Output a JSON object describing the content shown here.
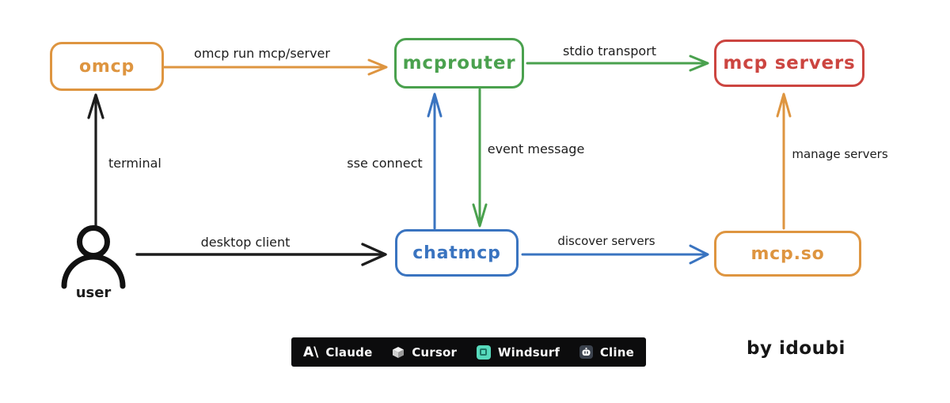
{
  "diagram": {
    "nodes": {
      "omcp": {
        "label": "omcp",
        "color": "#de9540"
      },
      "mcprouter": {
        "label": "mcprouter",
        "color": "#4aa14e"
      },
      "mcp_servers": {
        "label": "mcp servers",
        "color": "#cc4540"
      },
      "chatmcp": {
        "label": "chatmcp",
        "color": "#3a74c0"
      },
      "mcp_so": {
        "label": "mcp.so",
        "color": "#de9540"
      }
    },
    "actor": {
      "label": "user"
    },
    "edges": {
      "omcp_run": {
        "label": "omcp run mcp/server",
        "from": "omcp",
        "to": "mcprouter",
        "color": "#de9540"
      },
      "terminal": {
        "label": "terminal",
        "from": "user",
        "to": "omcp",
        "color": "#1d1d1d"
      },
      "stdio": {
        "label": "stdio transport",
        "from": "mcprouter",
        "to": "mcp servers",
        "color": "#4aa14e"
      },
      "sse": {
        "label": "sse connect",
        "from": "chatmcp",
        "to": "mcprouter",
        "color": "#3a74c0"
      },
      "event": {
        "label": "event message",
        "from": "mcprouter",
        "to": "chatmcp",
        "color": "#4aa14e"
      },
      "desktop": {
        "label": "desktop client",
        "from": "user",
        "to": "chatmcp",
        "color": "#1d1d1d"
      },
      "discover": {
        "label": "discover servers",
        "from": "chatmcp",
        "to": "mcp.so",
        "color": "#3a74c0"
      },
      "manage": {
        "label": "manage servers",
        "from": "mcp.so",
        "to": "mcp servers",
        "color": "#de9540"
      }
    }
  },
  "clients_bar": {
    "background": "#0c0c0d",
    "items": [
      {
        "name": "claude",
        "label": "Claude",
        "glyph": "A\\"
      },
      {
        "name": "cursor",
        "label": "Cursor"
      },
      {
        "name": "windsurf",
        "label": "Windsurf",
        "icon_color": "#57dabc"
      },
      {
        "name": "cline",
        "label": "Cline",
        "icon_color": "#3b424d"
      }
    ]
  },
  "credit": {
    "label": "by idoubi"
  }
}
